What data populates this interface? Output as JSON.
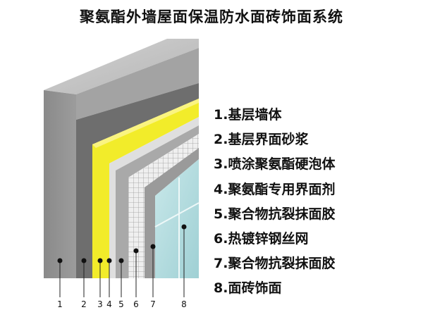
{
  "title": "聚氨酯外墙屋面保温防水面砖饰面系统",
  "legend": [
    {
      "num": "1.",
      "text": "基层墙体"
    },
    {
      "num": "2.",
      "text": "基层界面砂浆"
    },
    {
      "num": "3.",
      "text": "喷涂聚氨酯硬泡体"
    },
    {
      "num": "4.",
      "text": "聚氨酯专用界面剂"
    },
    {
      "num": "5.",
      "text": "聚合物抗裂抹面胶"
    },
    {
      "num": "6.",
      "text": "热镀锌钢丝网"
    },
    {
      "num": "7.",
      "text": "聚合物抗裂抹面胶"
    },
    {
      "num": "8.",
      "text": "面砖饰面"
    }
  ],
  "leader_labels": [
    "1",
    "2",
    "3",
    "4",
    "5",
    "6",
    "7",
    "8"
  ],
  "colors": {
    "wall_front": "#8f8f8f",
    "wall_top": "#c4c4c4",
    "mortar": "#6e6e6e",
    "foam": "#f2ec2a",
    "primer": "#dfdfdf",
    "anti_crack": "#a9a9a9",
    "mesh": "#efefef",
    "tile": "#b6dde0"
  }
}
